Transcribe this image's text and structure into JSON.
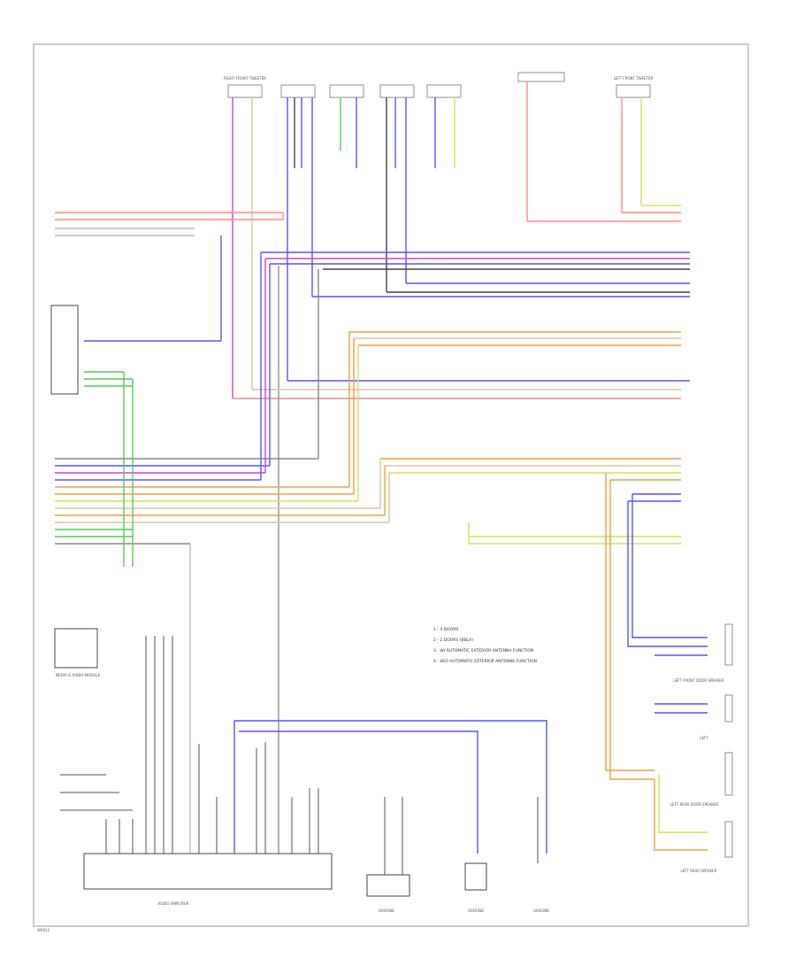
{
  "diagram": {
    "legend": {
      "items": [
        "1 - 4 DOORS",
        "2 - 2 DOORS (BBLA)",
        "3 - W/ AUTOMATIC EXTERIOR ANTENNA FUNCTION",
        "4 - W/O AUTOMATIC EXTERIOR ANTENNA FUNCTION"
      ]
    },
    "components": {
      "audio_amp": "AUDIO AMPLIFIER",
      "mic_module": "MEDIA & AUDIO MODULE",
      "right_front_tweeter": "RIGHT FRONT TWEETER",
      "left_front_tweeter": "LEFT FRONT TWEETER",
      "left_front_door_speaker": "LEFT FRONT DOOR SPEAKER",
      "left_rear_door_speaker": "LEFT REAR DOOR SPEAKER",
      "left_rear_speaker": "LEFT REAR SPEAKER",
      "ground_1": "GROUND",
      "ground_2": "GROUND",
      "ground_3": "GROUND",
      "left_lbl": "LEFT",
      "bottom_left_code": "W0012"
    }
  }
}
